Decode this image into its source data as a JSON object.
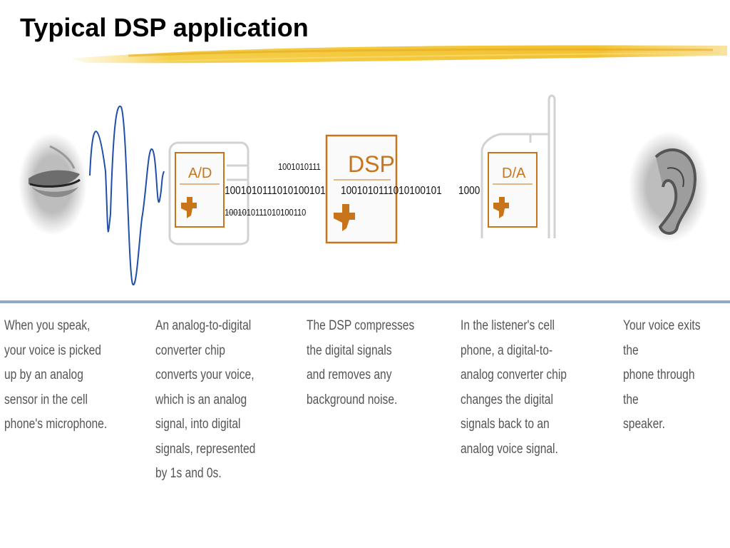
{
  "title": "Typical DSP application",
  "chips": {
    "ad": "A/D",
    "dsp": "DSP",
    "da": "D/A"
  },
  "bits": {
    "top": "1001010111",
    "main_left": "1001010111010100101",
    "main_mid": "1001010111010100101",
    "main_right": "1000",
    "bottom": "1001010111010100110"
  },
  "steps": [
    "When you speak,\nyour voice is picked\nup by an analog\nsensor in the cell\nphone's microphone.",
    "An analog-to-digital\nconverter chip\nconverts your voice,\nwhich is an analog\nsignal, into digital\nsignals, represented\nby 1s and 0s.",
    "The DSP compresses\nthe digital signals\nand removes any\nbackground noise.",
    "In the listener's cell\nphone, a digital-to-\nanalog converter chip\nchanges the digital\nsignals back to an\nanalog voice signal.",
    "Your voice exits the\nphone through the\nspeaker."
  ],
  "colors": {
    "accent_orange": "#c8741a",
    "wave_blue": "#1f4fa8",
    "brush_yellow": "#f2c230",
    "divider": "#8ea7c2"
  },
  "icons": [
    "mouth-image",
    "sound-wave",
    "ti-logo-icon",
    "ear-image"
  ]
}
